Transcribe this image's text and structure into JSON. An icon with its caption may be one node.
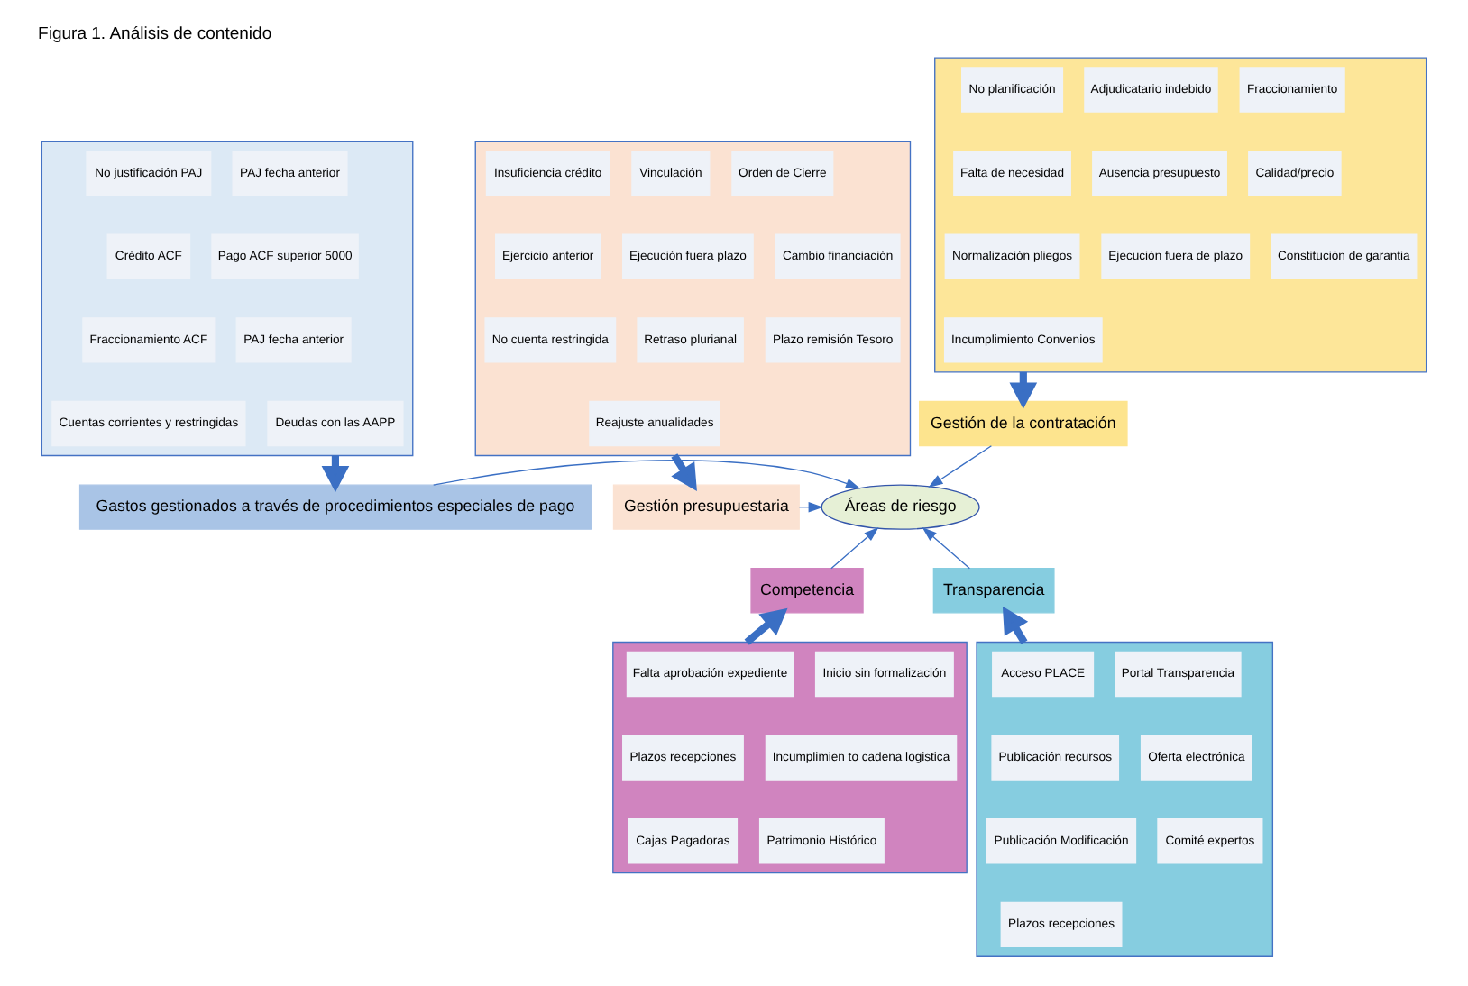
{
  "diagram": {
    "title": "Figura 1. Análisis de contenido",
    "nodes": [
      {
        "text": [],
        "shape": "box"
      },
      {
        "text": [
          "No justificación PAJ"
        ],
        "in": 0
      },
      {
        "text": [
          "PAJ fecha anterior"
        ],
        "in": 0
      },
      {
        "text": [
          "Crédito ACF"
        ],
        "in": 0
      },
      {
        "text": [
          "Pago ACF superior 5000"
        ],
        "in": 0
      },
      {
        "text": [
          "Fraccionamiento ACF"
        ],
        "in": 0
      },
      {
        "text": [
          "PAJ fecha anterior"
        ],
        "in": 0
      },
      {
        "text": [
          "Cuentas corrientes y restringidas"
        ],
        "in": 0
      },
      {
        "text": [
          "Deudas con las AAPP"
        ],
        "in": 0
      },
      {
        "text": [],
        "shape": "box"
      },
      {
        "text": [
          "No planificación"
        ],
        "in": 9
      },
      {
        "text": [
          "Adjudicatario indebido"
        ],
        "in": 9
      },
      {
        "text": [
          "Fraccionamiento"
        ],
        "in": 9
      },
      {
        "text": [
          "Falta de necesidad"
        ],
        "in": 9
      },
      {
        "text": [
          "Ausencia presupuesto"
        ],
        "in": 9
      },
      {
        "text": [
          "Calidad/precio"
        ],
        "in": 9
      },
      {
        "text": [
          "Normalización pliegos"
        ],
        "in": 9
      },
      {
        "text": [
          "Ejecución fuera de plazo"
        ],
        "in": 9
      },
      {
        "text": [
          "Constitución de garantia"
        ],
        "in": 9
      },
      {
        "text": [
          "Incumplimiento Convenios"
        ],
        "in": 9
      },
      {
        "text": [],
        "shape": "box"
      },
      {
        "text": [
          "Insuficiencia crédito"
        ],
        "in": 20
      },
      {
        "text": [
          "Vinculación"
        ],
        "in": 20
      },
      {
        "text": [
          "Orden de Cierre"
        ],
        "in": 20
      },
      {
        "text": [
          "Ejercicio anterior"
        ],
        "in": 20
      },
      {
        "text": [
          "Ejecución fuera plazo"
        ],
        "in": 20
      },
      {
        "text": [
          "Cambio financiación"
        ],
        "in": 20
      },
      {
        "text": [
          "No cuenta restringida"
        ],
        "in": 20
      },
      {
        "text": [
          "Retraso plurianal"
        ],
        "in": 20
      },
      {
        "text": [
          "Plazo remisión Tesoro"
        ],
        "in": 20
      },
      {
        "text": [
          "Reajuste anualidades"
        ],
        "in": 20
      },
      {
        "text": [
          "Gestión de la contratación"
        ]
      },
      {
        "text": [
          "Gastos gestionados a través de procedimientos especiales de pago"
        ]
      },
      {
        "text": [
          "Áreas de riesgo"
        ]
      },
      {
        "text": [
          "Gestión presupuestaria"
        ]
      },
      {
        "text": [
          "Competencia"
        ]
      },
      {
        "text": [
          "Transparencia"
        ]
      },
      {
        "text": [],
        "shape": "box"
      },
      {
        "text": [
          "Falta aprobación expediente"
        ],
        "in": 37
      },
      {
        "text": [
          "Inicio sin formalización"
        ],
        "in": 37
      },
      {
        "text": [
          "Plazos recepciones"
        ],
        "in": 37
      },
      {
        "text": [
          "Incumplimien to cadena logistica"
        ],
        "in": 37
      },
      {
        "text": [
          "Cajas Pagadoras"
        ],
        "in": 37
      },
      {
        "text": [
          "Patrimonio Histórico"
        ],
        "in": 37
      },
      {
        "text": [],
        "shape": "box"
      },
      {
        "text": [
          "Acceso PLACE"
        ],
        "in": 44
      },
      {
        "text": [
          "Portal Transparencia"
        ],
        "in": 44
      },
      {
        "text": [
          "Publicación recursos"
        ],
        "in": 44
      },
      {
        "text": [
          "Oferta electrónica"
        ],
        "in": 44
      },
      {
        "text": [
          "Publicación Modificación"
        ],
        "in": 44
      },
      {
        "text": [
          "Comité expertos"
        ],
        "in": 44
      },
      {
        "text": [
          "Plazos recepciones"
        ],
        "in": 44
      }
    ],
    "edges": [
      {
        "from": 0,
        "to": 32,
        "arrow": "to",
        "style": "thick"
      },
      {
        "from": 9,
        "to": 31,
        "arrow": "to",
        "style": "thick"
      },
      {
        "from": 20,
        "to": 34,
        "arrow": "to",
        "style": "thick"
      },
      {
        "from": 37,
        "to": 35,
        "arrow": "to",
        "style": "thick"
      },
      {
        "from": 44,
        "to": 36,
        "arrow": "to",
        "style": "thick"
      },
      {
        "from": 31,
        "to": 33,
        "arrow": "to"
      },
      {
        "from": 32,
        "to": 33,
        "arrow": "to"
      },
      {
        "from": 34,
        "to": 33,
        "arrow": "to"
      },
      {
        "from": 35,
        "to": 33,
        "arrow": "to"
      },
      {
        "from": 36,
        "to": 33,
        "arrow": "to"
      }
    ]
  }
}
